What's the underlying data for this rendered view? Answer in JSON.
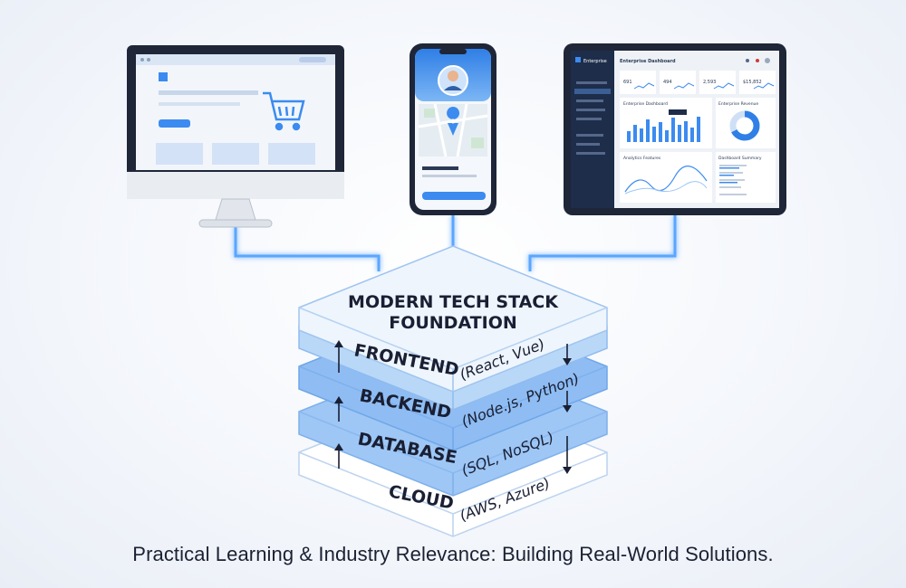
{
  "stack": {
    "title_line1": "MODERN TECH STACK",
    "title_line2": "FOUNDATION",
    "layers": [
      {
        "name": "FRONTEND",
        "tech": "(React, Vue)"
      },
      {
        "name": "BACKEND",
        "tech": "(Node.js, Python)"
      },
      {
        "name": "DATABASE",
        "tech": "(SQL, NoSQL)"
      },
      {
        "name": "CLOUD",
        "tech": "(AWS, Azure)"
      }
    ]
  },
  "devices": {
    "desktop": {
      "type": "e-commerce-monitor"
    },
    "phone": {
      "type": "map-profile-phone"
    },
    "tablet": {
      "title": "Enterprise Dashboard",
      "brand": "Enterprise",
      "stats": [
        "691",
        "494",
        "2,593",
        "$15,852"
      ],
      "panel_left": "Enterprise Dashboard",
      "panel_right": "Enterprise Revenue",
      "panel_bottom_left": "Analytics Features",
      "panel_bottom_right": "Dashboard Summary"
    }
  },
  "colors": {
    "accent": "#3b8bf0",
    "glow": "#7ab8ff",
    "dark": "#1a1f33"
  },
  "caption": "Practical Learning & Industry Relevance: Building Real-World Solutions."
}
